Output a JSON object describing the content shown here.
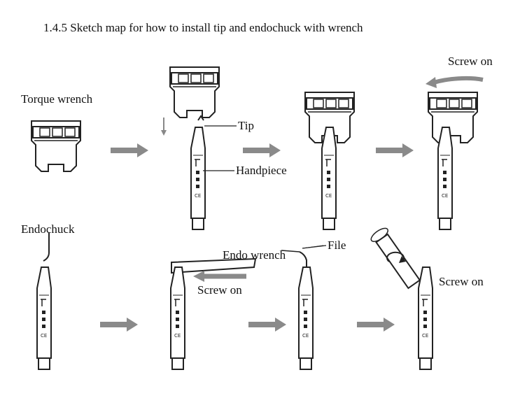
{
  "title": "1.4.5 Sketch map for how to  install tip and endochuck with wrench",
  "labels": {
    "torque_wrench": "Torque wrench",
    "tip": "Tip",
    "handpiece": "Handpiece",
    "screw_on_top": "Screw on",
    "endochuck": "Endochuck",
    "endo_wrench": "Endo wrench",
    "screw_on_middle": "Screw on",
    "file": "File",
    "screw_on_bottom": "Screw on"
  },
  "colors": {
    "arrow": "#8a8a8a",
    "outline": "#222222"
  }
}
